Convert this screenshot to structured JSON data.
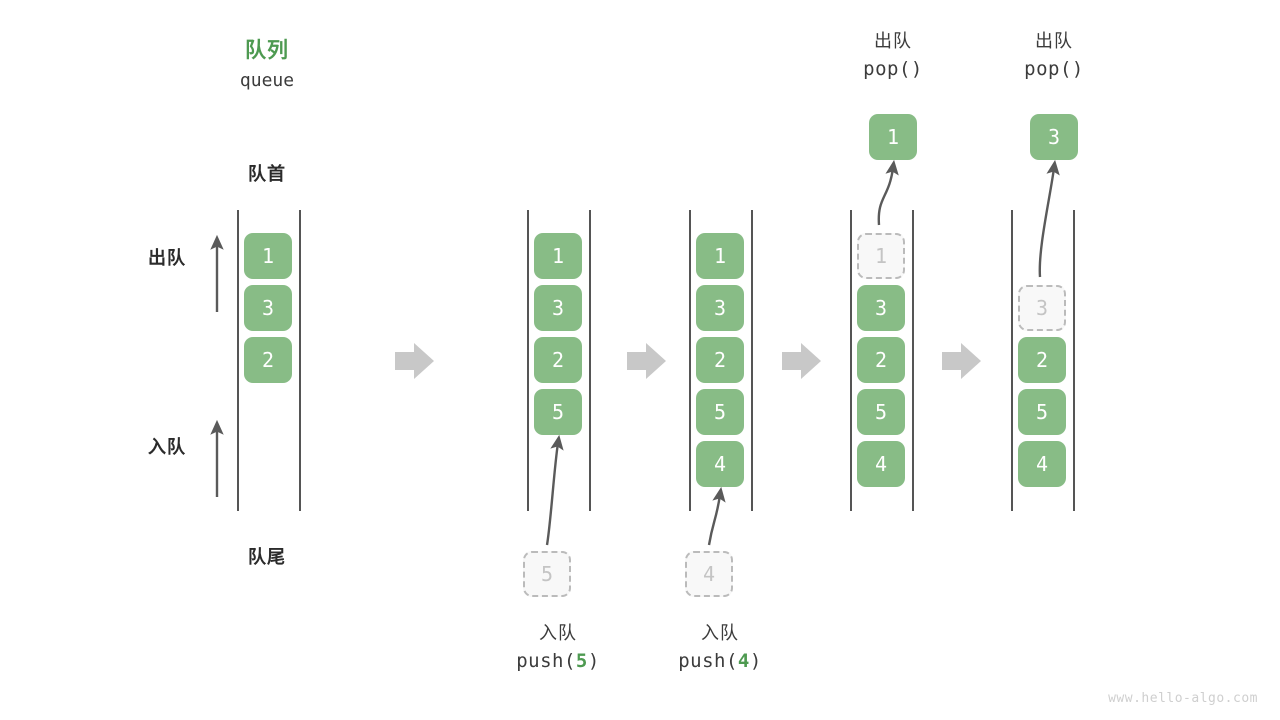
{
  "diagram": {
    "title_cn": "队列",
    "title_en": "queue",
    "head_label": "队首",
    "tail_label": "队尾",
    "dequeue_side_label": "出队",
    "enqueue_side_label": "入队",
    "watermark": "www.hello-algo.com",
    "colors": {
      "cell_fill": "#88BC86",
      "cell_text": "#FFFFFF",
      "ghost_fill": "#F8F8F8",
      "ghost_border": "#BBBBBB",
      "ghost_text": "#C4C4C4",
      "accent_green": "#4E9A51",
      "rail": "#555555",
      "flow_arrow": "#C8C8C8",
      "curve_arrow": "#5A5A5A",
      "text": "#3C3C3C",
      "watermark": "#CFCFCF"
    }
  },
  "columns": [
    {
      "id": "state-initial",
      "cells": [
        "1",
        "3",
        "2"
      ],
      "ghost_index": null,
      "caption": null,
      "incoming": null,
      "popped": null
    },
    {
      "id": "state-after-push-5",
      "cells": [
        "1",
        "3",
        "2",
        "5"
      ],
      "ghost_index": null,
      "caption": {
        "cn": "入队",
        "fn": "push(",
        "arg": "5",
        "fn_close": ")"
      },
      "incoming": "5",
      "popped": null
    },
    {
      "id": "state-after-push-4",
      "cells": [
        "1",
        "3",
        "2",
        "5",
        "4"
      ],
      "ghost_index": null,
      "caption": {
        "cn": "入队",
        "fn": "push(",
        "arg": "4",
        "fn_close": ")"
      },
      "incoming": "4",
      "popped": null
    },
    {
      "id": "state-after-pop-1",
      "cells": [
        "1",
        "3",
        "2",
        "5",
        "4"
      ],
      "ghost_index": 0,
      "caption": {
        "cn": "出队",
        "fn": "pop(",
        "arg": "",
        "fn_close": ")"
      },
      "incoming": null,
      "popped": "1"
    },
    {
      "id": "state-after-pop-3",
      "cells": [
        "",
        "3",
        "2",
        "5",
        "4"
      ],
      "ghost_index": 1,
      "caption": {
        "cn": "出队",
        "fn": "pop(",
        "arg": "",
        "fn_close": ")"
      },
      "incoming": null,
      "popped": "3"
    }
  ],
  "flow_arrows": [
    {
      "id": "flow-1"
    },
    {
      "id": "flow-2"
    },
    {
      "id": "flow-3"
    },
    {
      "id": "flow-4"
    }
  ]
}
